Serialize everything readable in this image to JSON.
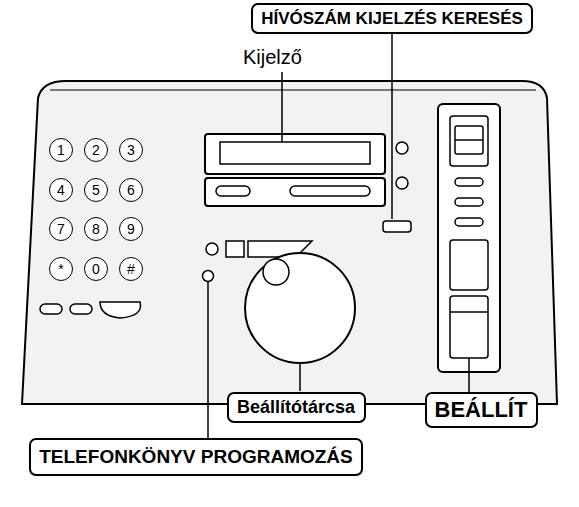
{
  "diagram": {
    "nodes": [
      {
        "text": [
          "HÍVÓSZÁM KIJELZÉS KERESÉS"
        ]
      },
      {
        "text": [
          "1"
        ]
      },
      {
        "text": [
          "2"
        ]
      },
      {
        "text": [
          "3"
        ]
      },
      {
        "text": [
          "4"
        ]
      },
      {
        "text": [
          "5"
        ]
      },
      {
        "text": [
          "6"
        ]
      },
      {
        "text": [
          "7"
        ]
      },
      {
        "text": [
          "8"
        ]
      },
      {
        "text": [
          "9"
        ]
      },
      {
        "text": [
          "*"
        ]
      },
      {
        "text": [
          "0"
        ]
      },
      {
        "text": [
          "#"
        ]
      },
      {
        "text": [
          "Beállítótárcsa"
        ]
      },
      {
        "text": [
          "BEÁLLÍT"
        ]
      },
      {
        "text": [
          "TELEFONKÖNYV PROGRAMOZÁS"
        ]
      }
    ],
    "labels": [
      "Kijelző"
    ]
  }
}
